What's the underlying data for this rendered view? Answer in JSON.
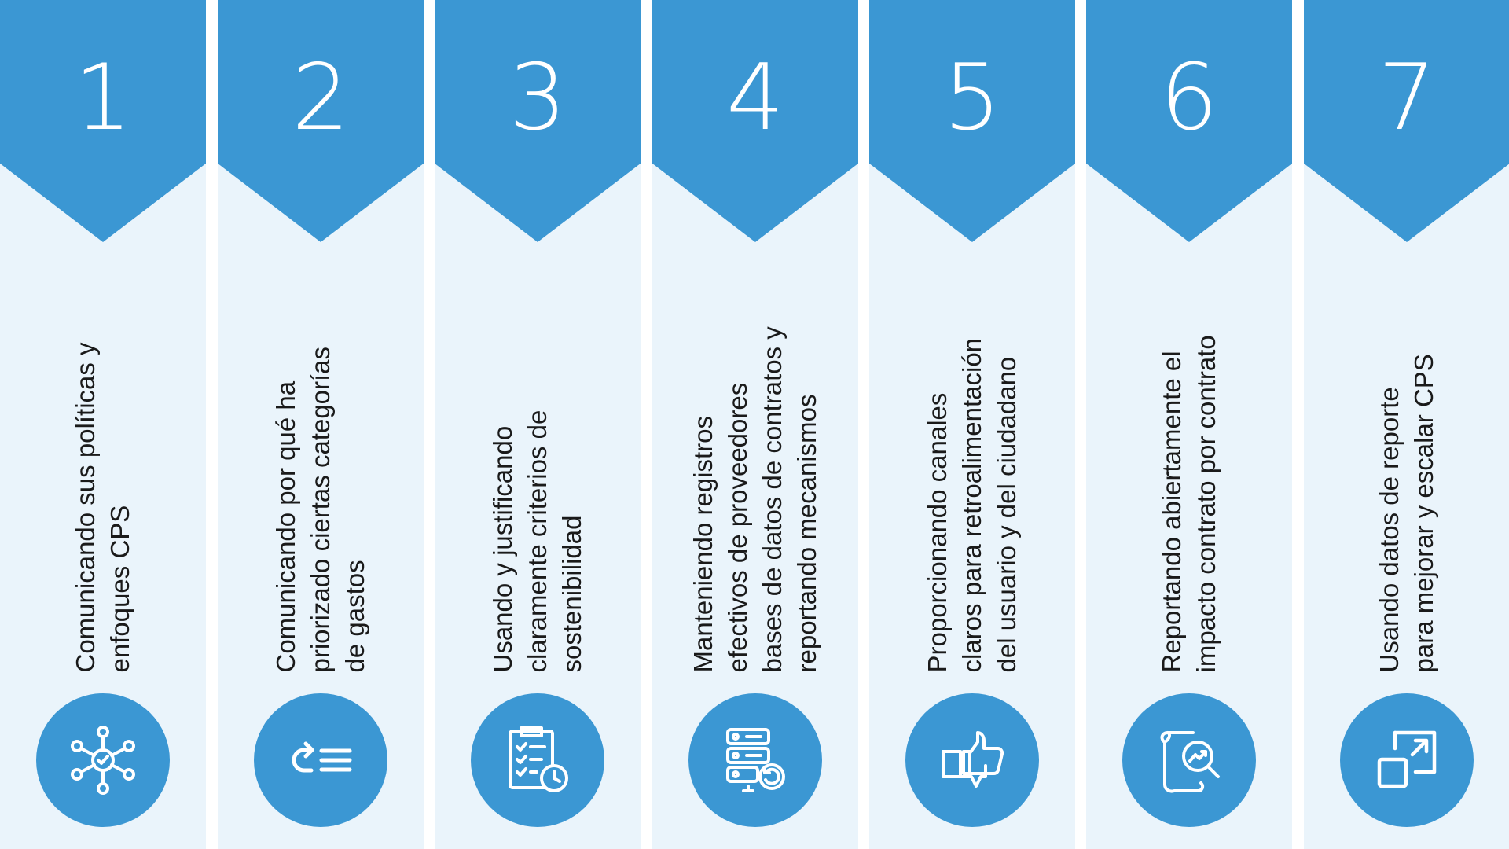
{
  "accent_color": "#3b97d3",
  "panel_color": "#eaf4fb",
  "steps": [
    {
      "number": "1",
      "lines": [
        "Comunicando sus políticas y",
        "enfoques CPS"
      ],
      "icon": "network-check-icon"
    },
    {
      "number": "2",
      "lines": [
        "Comunicando por qué ha",
        "priorizado ciertas categorías",
        "de gastos"
      ],
      "icon": "priority-list-icon"
    },
    {
      "number": "3",
      "lines": [
        "Usando y justificando",
        "claramente criterios de",
        "sostenibilidad"
      ],
      "icon": "checklist-clock-icon"
    },
    {
      "number": "4",
      "lines": [
        "Manteniendo registros",
        "efectivos de proveedores",
        "bases de datos de contratos y",
        "reportando mecanismos"
      ],
      "icon": "database-refresh-icon"
    },
    {
      "number": "5",
      "lines": [
        "Proporcionando canales",
        "claros para retroalimentación",
        "del usuario y del ciudadano"
      ],
      "icon": "thumbs-up-chat-icon"
    },
    {
      "number": "6",
      "lines": [
        "Reportando abiertamente el",
        "impacto contrato por contrato"
      ],
      "icon": "document-analytics-icon"
    },
    {
      "number": "7",
      "lines": [
        "Usando datos de reporte",
        "para mejorar y escalar CPS"
      ],
      "icon": "scale-up-icon"
    }
  ]
}
